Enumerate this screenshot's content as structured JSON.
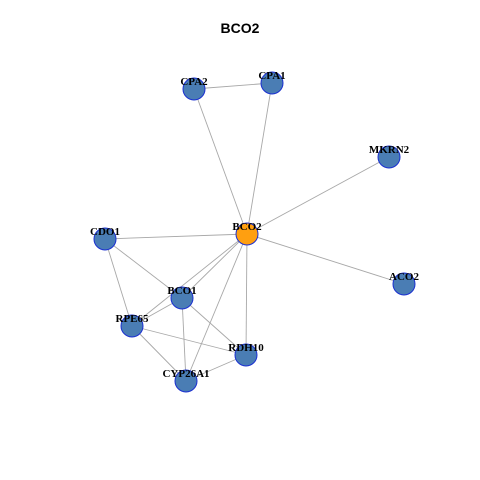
{
  "title": "BCO2",
  "colors": {
    "node": "#4a7db4",
    "center": "#ff9f10",
    "border": "#1a2fd1",
    "edge": "#a8a8a8"
  },
  "nodes": [
    {
      "id": "BCO2",
      "label": "BCO2",
      "center": true
    },
    {
      "id": "CPA2",
      "label": "CPA2"
    },
    {
      "id": "CPA1",
      "label": "CPA1"
    },
    {
      "id": "MKRN2",
      "label": "MKRN2"
    },
    {
      "id": "CDO1",
      "label": "CDO1"
    },
    {
      "id": "ACO2",
      "label": "ACO2"
    },
    {
      "id": "BCO1",
      "label": "BCO1"
    },
    {
      "id": "RPE65",
      "label": "RPE65"
    },
    {
      "id": "RDH10",
      "label": "RDH10"
    },
    {
      "id": "CYP26A1",
      "label": "CYP26A1"
    }
  ],
  "edges": [
    [
      "CPA2",
      "CPA1"
    ],
    [
      "BCO2",
      "CPA2"
    ],
    [
      "BCO2",
      "CPA1"
    ],
    [
      "BCO2",
      "MKRN2"
    ],
    [
      "BCO2",
      "CDO1"
    ],
    [
      "BCO2",
      "ACO2"
    ],
    [
      "BCO2",
      "BCO1"
    ],
    [
      "BCO2",
      "RPE65"
    ],
    [
      "BCO2",
      "RDH10"
    ],
    [
      "BCO2",
      "CYP26A1"
    ],
    [
      "CDO1",
      "BCO1"
    ],
    [
      "CDO1",
      "RPE65"
    ],
    [
      "BCO1",
      "RPE65"
    ],
    [
      "BCO1",
      "RDH10"
    ],
    [
      "BCO1",
      "CYP26A1"
    ],
    [
      "RPE65",
      "RDH10"
    ],
    [
      "RPE65",
      "CYP26A1"
    ],
    [
      "RDH10",
      "CYP26A1"
    ]
  ]
}
